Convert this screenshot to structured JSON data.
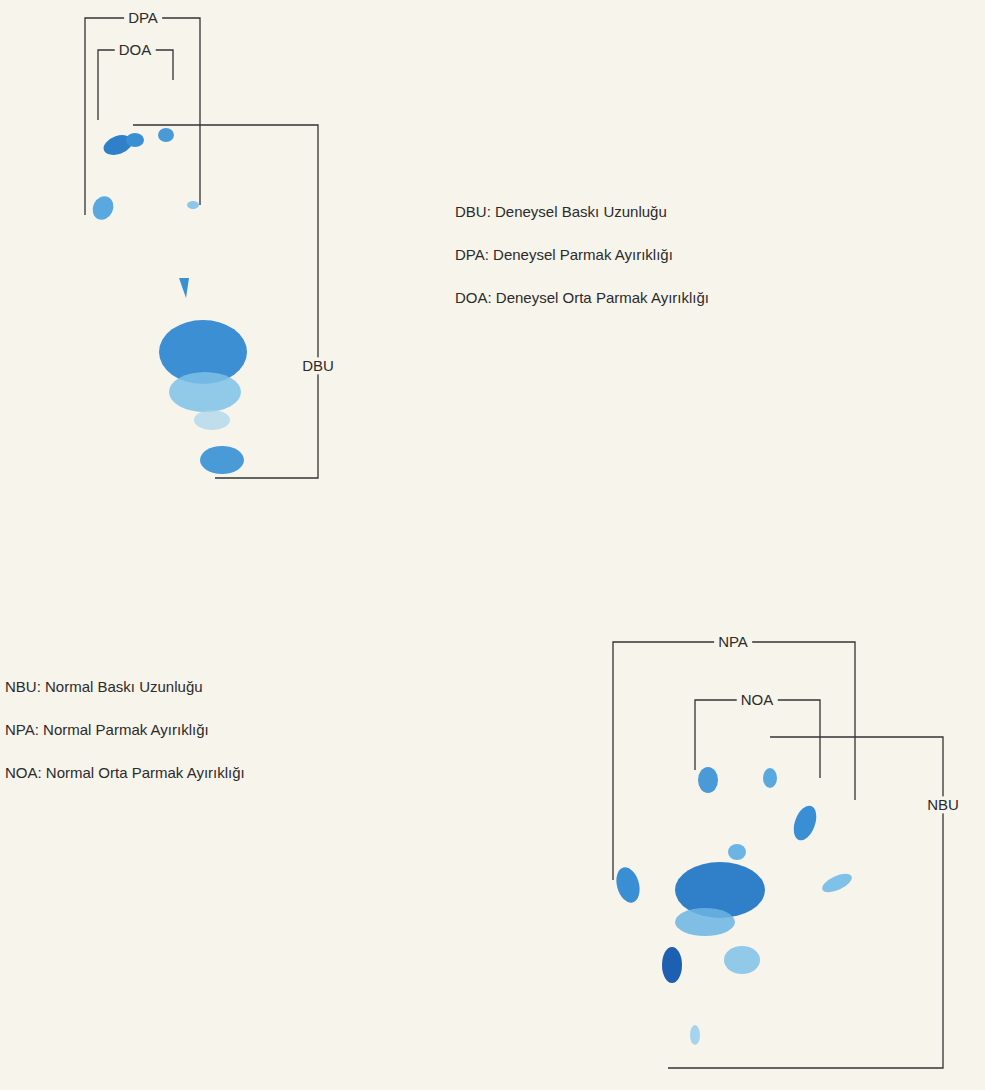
{
  "diagram": {
    "labels": [
      "DPA",
      "DOA",
      "DBU",
      "DBU: Deneysel Baskı Uzunluğu",
      "DPA: Deneysel Parmak Ayırıklığı",
      "DOA: Deneysel Orta Parmak Ayırıklığı",
      "NPA",
      "NOA",
      "NBU",
      "NBU: Normal Baskı Uzunluğu",
      "NPA: Normal Parmak Ayırıklığı",
      "NOA: Normal Orta Parmak Ayırıklığı"
    ]
  }
}
